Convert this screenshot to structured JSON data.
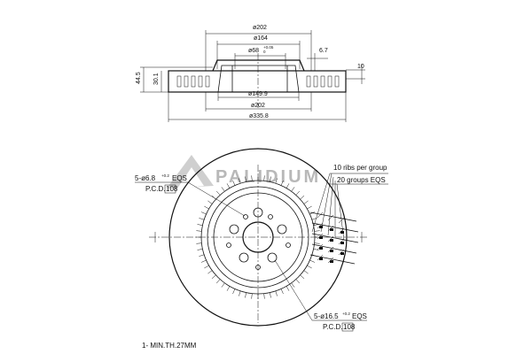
{
  "brand": {
    "name": "PALIDIUM"
  },
  "side_view": {
    "dims": {
      "d_top_outer": "ø202",
      "d_hat": "ø164",
      "d_bore": "ø68",
      "d_bore_tol": "+0.05",
      "d_bore_tol2": "0",
      "hat_thickness": "6.7",
      "disc_thickness": "10",
      "height_total": "44.5",
      "height_inner": "30.1",
      "d_inner": "ø149.9",
      "d_bottom_202": "ø202",
      "d_outer": "ø335.8"
    }
  },
  "front_view": {
    "notes": {
      "ribs_line1": "10 ribs per group",
      "ribs_line2": "20 groups EQS",
      "holes_top": "5-ø6.8",
      "holes_top_tol": "+0.2",
      "holes_top_eqs": "EQS",
      "pcd_top_label": "P.C.D.",
      "pcd_top_value": "108",
      "holes_bottom": "5-ø16.5",
      "holes_bottom_tol": "+0.2",
      "holes_bottom_eqs": "EQS",
      "pcd_bottom_label": "P.C.D.",
      "pcd_bottom_value": "108"
    }
  },
  "footer": {
    "min_thickness": "1- MIN.TH.27MM"
  }
}
